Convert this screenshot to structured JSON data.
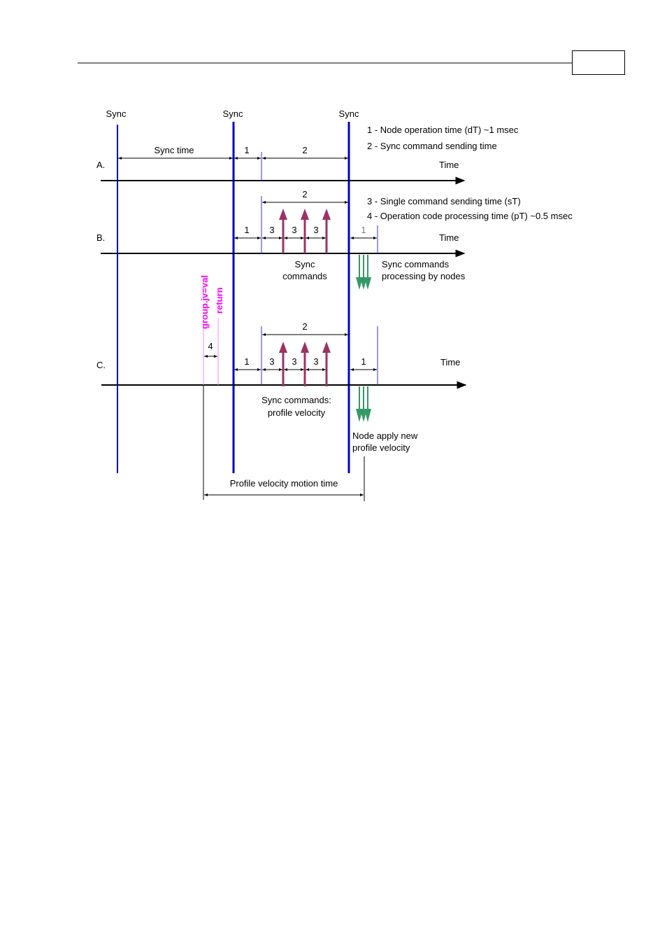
{
  "header": {
    "page_number": ""
  },
  "colors": {
    "sync_line": "#0000cc",
    "thin_line": "#3333ee",
    "command_arrow": "#993366",
    "processing_arrow": "#339966",
    "magenta_text": "#ff00ff",
    "black": "#000000"
  },
  "labels": {
    "sync_1": "Sync",
    "sync_2": "Sync",
    "sync_3": "Sync",
    "row_a": "A.",
    "row_b": "B.",
    "row_c": "C.",
    "time_a": "Time",
    "time_b": "Time",
    "time_c": "Time",
    "sync_time": "Sync time",
    "a_dim_1": "1",
    "a_dim_2": "2",
    "b_dim_2": "2",
    "b_dim_1": "1",
    "b_dim_3a": "3",
    "b_dim_3b": "3",
    "b_dim_3c": "3",
    "b_dim_1_after": "1",
    "c_dim_2": "2",
    "c_dim_1": "1",
    "c_dim_3a": "3",
    "c_dim_3b": "3",
    "c_dim_3c": "3",
    "c_dim_1_after": "1",
    "c_dim_4": "4",
    "sync_commands_line1": "Sync",
    "sync_commands_line2": "commands",
    "processing_line1": "Sync commands",
    "processing_line2": "processing by nodes",
    "c_commands_line1": "Sync commands:",
    "c_commands_line2": "profile velocity",
    "node_apply_line1": "Node apply new",
    "node_apply_line2": "profile velocity",
    "group_jv": "group.jv=val",
    "return": "return",
    "profile_motion_time": "Profile velocity motion time"
  },
  "legend": [
    "1 - Node operation time (dT) ~1 msec",
    "2 - Sync command sending time",
    "3 - Single command sending time (sT)",
    "4 - Operation code processing time (pT) ~0.5 msec"
  ]
}
